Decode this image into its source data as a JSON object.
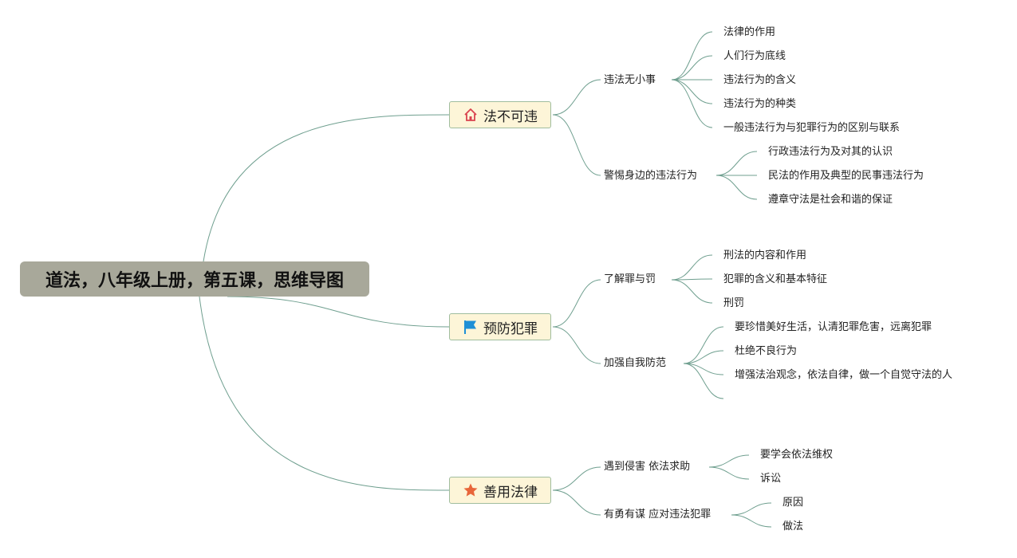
{
  "root": {
    "title": "道法，八年级上册，第五课，思维导图"
  },
  "topics": [
    {
      "label": "法不可违",
      "icon": "house-icon",
      "subtopics": [
        {
          "label": "违法无小事",
          "leaves": [
            "法律的作用",
            "人们行为底线",
            "违法行为的含义",
            "违法行为的种类",
            "一般违法行为与犯罪行为的区别与联系"
          ]
        },
        {
          "label": "警惕身边的违法行为",
          "leaves": [
            "行政违法行为及对其的认识",
            "民法的作用及典型的民事违法行为",
            "遵章守法是社会和谐的保证"
          ]
        }
      ]
    },
    {
      "label": "预防犯罪",
      "icon": "flag-icon",
      "subtopics": [
        {
          "label": "了解罪与罚",
          "leaves": [
            "刑法的内容和作用",
            "犯罪的含义和基本特征",
            "刑罚"
          ]
        },
        {
          "label": "加强自我防范",
          "leaves": [
            "要珍惜美好生活，认清犯罪危害，远离犯罪",
            "杜绝不良行为",
            "增强法治观念，依法自律，做一个自觉守法的人",
            ""
          ]
        }
      ]
    },
    {
      "label": "善用法律",
      "icon": "star-icon",
      "subtopics": [
        {
          "label": "遇到侵害 依法求助",
          "leaves": [
            "要学会依法维权",
            "诉讼"
          ]
        },
        {
          "label": "有勇有谋 应对违法犯罪",
          "leaves": [
            "原因",
            "做法"
          ]
        }
      ]
    }
  ],
  "colors": {
    "connector": "#6f9f8f",
    "topic_fill": "#fdf5d8",
    "root_fill": "#a8a89a",
    "house": "#d9434f",
    "flag": "#1e8fd6",
    "star": "#e8663a"
  }
}
